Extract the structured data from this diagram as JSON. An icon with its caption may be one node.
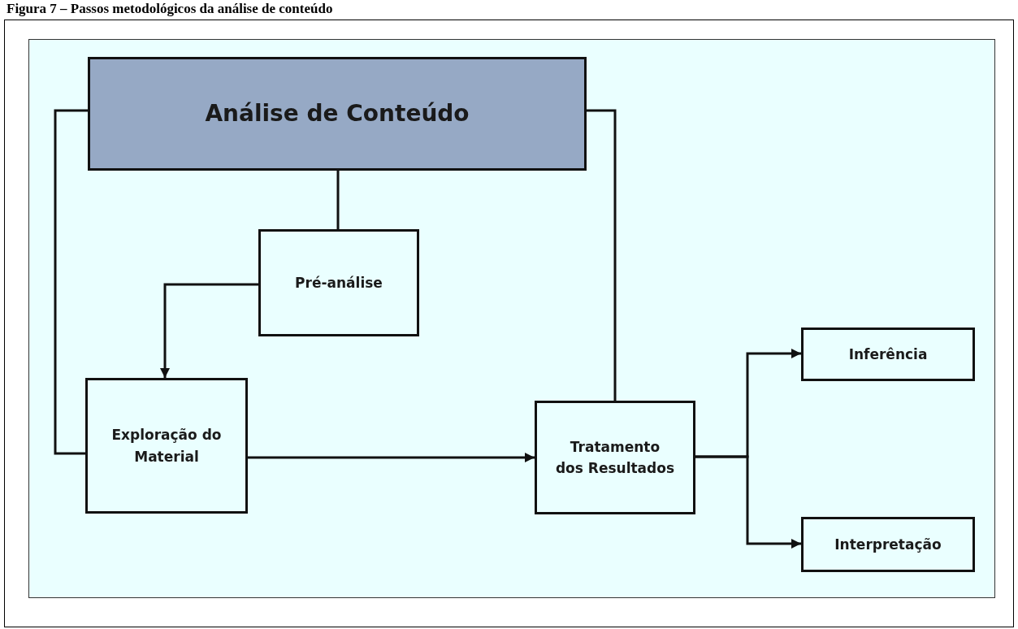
{
  "diagram": {
    "title": "Figura 7 – Passos metodológicos da análise de conteúdo",
    "nodes": [
      {
        "text": [
          "Análise de Conteúdo"
        ]
      },
      {
        "text": [
          "Pré-análise"
        ]
      },
      {
        "text": [
          "Exploração do Material"
        ]
      },
      {
        "text": [
          "Tratamento dos Resultados"
        ]
      },
      {
        "text": [
          "Inferência"
        ]
      },
      {
        "text": [
          "Interpretação"
        ]
      }
    ],
    "edges": [
      {
        "from": 0,
        "to": 1,
        "arrow": "none"
      },
      {
        "from": 1,
        "to": 2,
        "arrow": "to"
      },
      {
        "from": 0,
        "to": 2,
        "arrow": "none"
      },
      {
        "from": 0,
        "to": 3,
        "arrow": "none"
      },
      {
        "from": 2,
        "to": 3,
        "arrow": "to"
      },
      {
        "from": 3,
        "to": 4,
        "arrow": "to"
      },
      {
        "from": 3,
        "to": 5,
        "arrow": "to"
      }
    ]
  }
}
